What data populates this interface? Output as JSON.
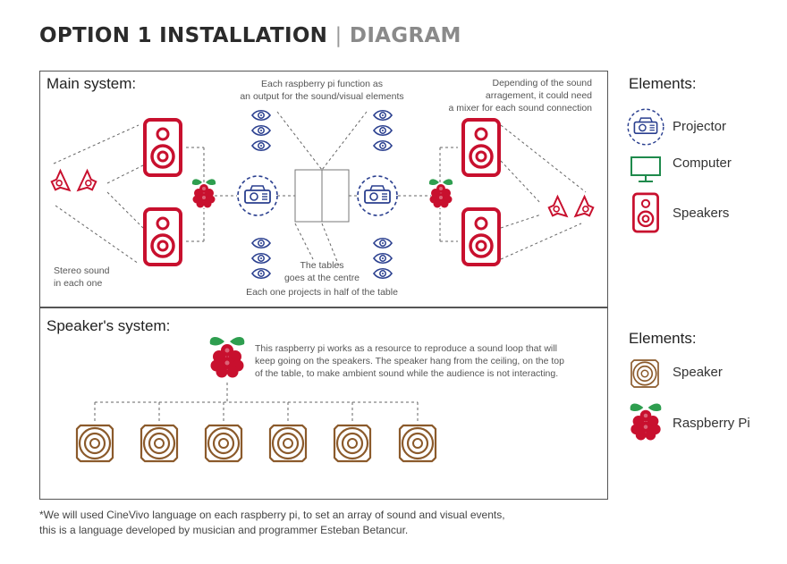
{
  "title": {
    "main": "OPTION 1 INSTALLATION",
    "separator": "|",
    "sub": "DIAGRAM"
  },
  "main_system": {
    "label": "Main system:",
    "notes": {
      "pi_function_1": "Each raspberry pi function as",
      "pi_function_2": "an output for the sound/visual elements",
      "mixer_1": "Depending of the sound",
      "mixer_2": "arragement, it could need",
      "mixer_3": "a mixer for each sound connection",
      "stereo_1": "Stereo sound",
      "stereo_2": "in each one",
      "tables_1": "The tables",
      "tables_2": "goes at the centre",
      "projects": "Each one projects in half of the table"
    }
  },
  "speakers_system": {
    "label": "Speaker's system:",
    "note_1": "This raspberry pi works as a resource to reproduce a sound loop that will",
    "note_2": "keep going on the speakers. The speaker hang from the ceiling, on the top",
    "note_3": "of the table, to make ambient sound while the audience is not interacting."
  },
  "legend_top": {
    "heading": "Elements:",
    "items": [
      "Projector",
      "Computer",
      "Speakers"
    ]
  },
  "legend_bottom": {
    "heading": "Elements:",
    "items": [
      "Speaker",
      "Raspberry Pi"
    ]
  },
  "footnote": {
    "line_1": "*We will used CineVivo language on each raspberry pi, to set an array of sound and visual events,",
    "line_2": "this is a language developed by musician and programmer Esteban Betancur."
  },
  "colors": {
    "red": "#c8102e",
    "blue": "#2a3f8f",
    "green": "#1f8a4c",
    "brown": "#8b5a2b",
    "dash": "#666666"
  }
}
